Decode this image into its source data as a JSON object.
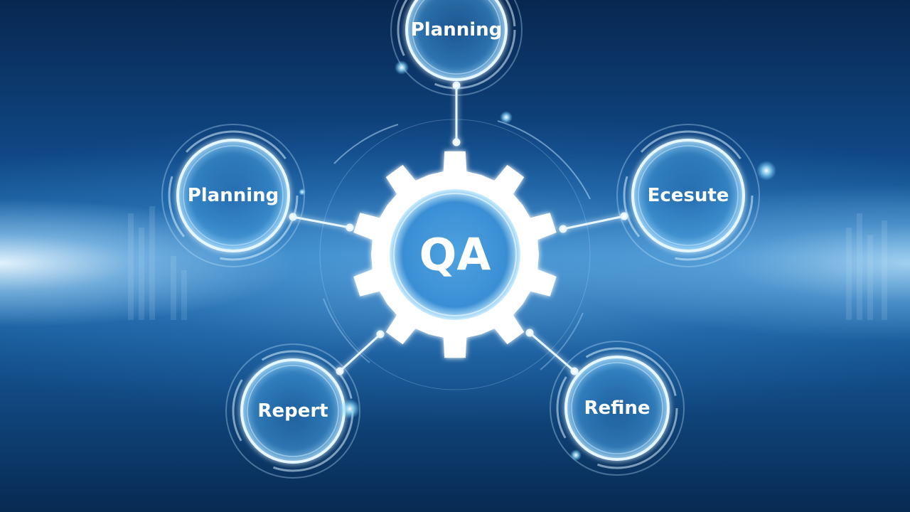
{
  "center": {
    "label": "QA"
  },
  "nodes": [
    {
      "label": "Planning"
    },
    {
      "label": "Planning"
    },
    {
      "label": "Ecesute"
    },
    {
      "label": "Repert"
    },
    {
      "label": "Refine"
    }
  ],
  "colors": {
    "gear": "#ffffff",
    "ring": "#bfe6ff",
    "glow": "#6fd0ff",
    "background_dark": "#072a52",
    "background_mid": "#2b7cc0"
  }
}
